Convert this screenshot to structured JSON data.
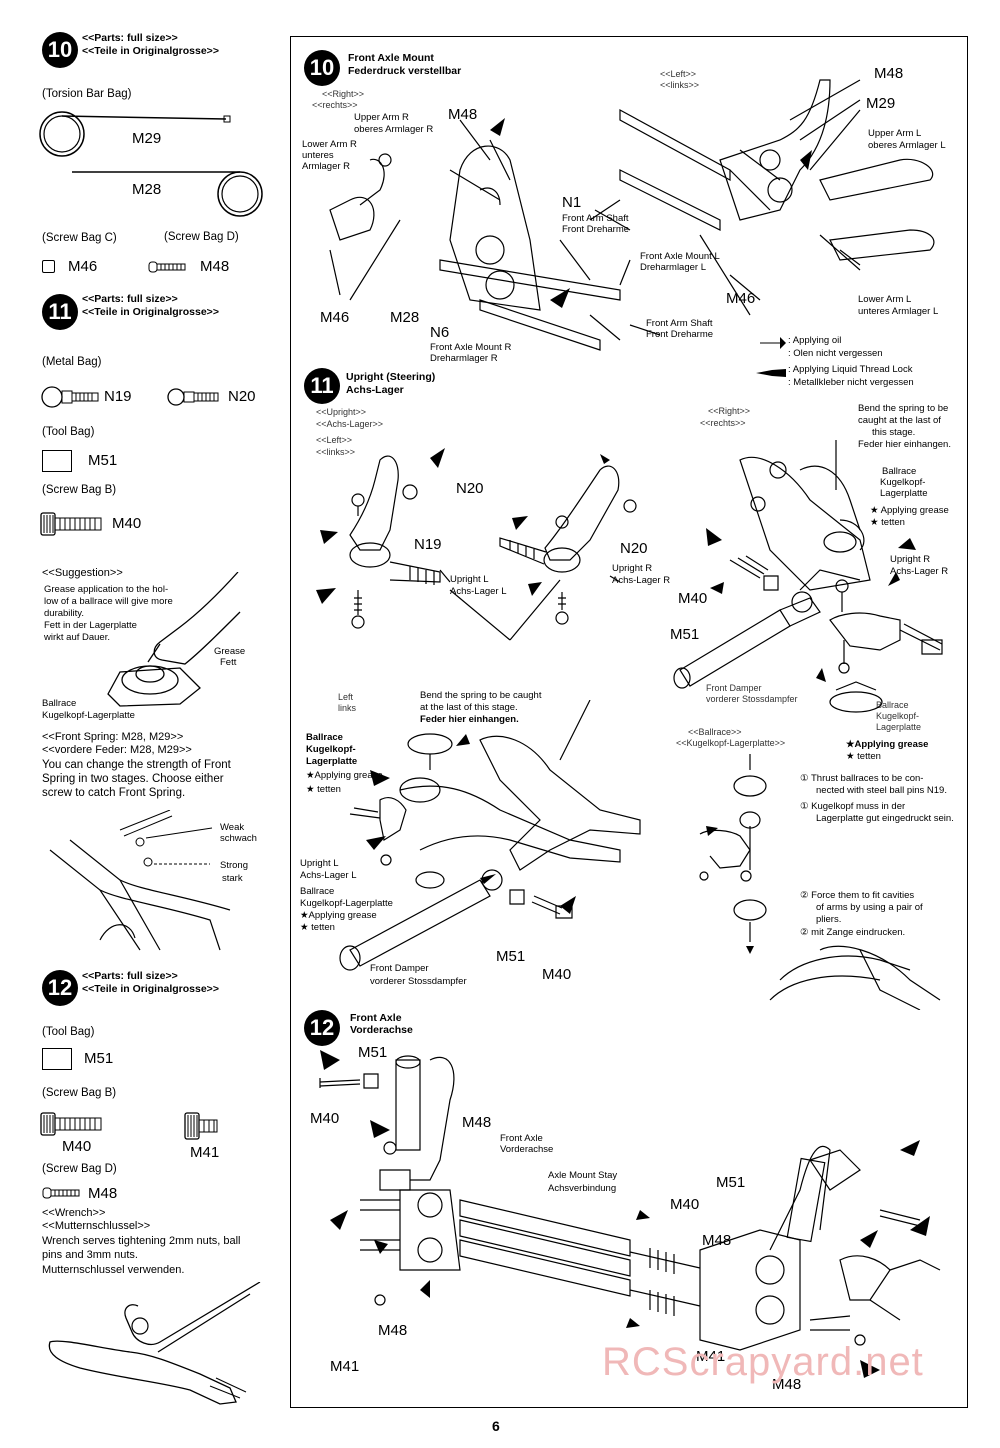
{
  "left": {
    "s10": {
      "num": "10",
      "parts1": "<<Parts: full size>>",
      "parts2": "<<Teile in Originalgrosse>>"
    },
    "torsion_bag": "(Torsion Bar Bag)",
    "m29": "M29",
    "m28": "M28",
    "screw_bag_c": "(Screw Bag C)",
    "screw_bag_d": "(Screw Bag D)",
    "m46": "M46",
    "m48": "M48",
    "s11": {
      "num": "11",
      "parts1": "<<Parts: full size>>",
      "parts2": "<<Teile in Originalgrosse>>"
    },
    "metal_bag": "(Metal Bag)",
    "n19": "N19",
    "n20": "N20",
    "tool_bag": "(Tool Bag)",
    "m51": "M51",
    "screw_bag_b": "(Screw Bag B)",
    "m40": "M40",
    "suggestion_title": "<<Suggestion>>",
    "suggestion_l1": "Grease application to the hol-",
    "suggestion_l2": "low of a ballrace will give more",
    "suggestion_l3": "durability.",
    "suggestion_l4": "Fett in der Lagerplatte",
    "suggestion_l5": "wirkt auf Dauer.",
    "grease": "Grease",
    "fett": "Fett",
    "ballrace": "Ballrace",
    "kugelkopf": "Kugelkopf-Lagerplatte",
    "front_spring1": "<<Front Spring: M28, M29>>",
    "front_spring2": "<<vordere Feder: M28, M29>>",
    "spring_l1": "You can change the strength of Front",
    "spring_l2": "Spring in two stages. Choose either",
    "spring_l3": "screw to catch Front Spring.",
    "weak": "Weak",
    "schwach": "schwach",
    "strong": "Strong",
    "stark": "stark",
    "s12": {
      "num": "12",
      "parts1": "<<Parts: full size>>",
      "parts2": "<<Teile in Originalgrosse>>"
    },
    "tool_bag2": "(Tool Bag)",
    "m51b": "M51",
    "screw_bag_b2": "(Screw Bag B)",
    "m40b": "M40",
    "m41": "M41",
    "screw_bag_d2": "(Screw Bag D)",
    "m48b": "M48",
    "wrench1": "<<Wrench>>",
    "wrench2": "<<Mutternschlussel>>",
    "wrench_l1": "Wrench serves tightening 2mm nuts, ball",
    "wrench_l2": "pins and 3mm nuts.",
    "wrench_l3": "Mutternschlussel verwenden."
  },
  "step10": {
    "num": "10",
    "title1": "Front Axle Mount",
    "title2": "Federdruck verstellbar",
    "right1": "<<Right>>",
    "right2": "<<rechts>>",
    "left1": "<<Left>>",
    "left2": "<<links>>",
    "upper_arm_r1": "Upper Arm R",
    "upper_arm_r2": "oberes Armlager R",
    "lower_arm_r1": "Lower Arm R",
    "lower_arm_r2": "unteres",
    "lower_arm_r3": "Armlager R",
    "m48a": "M48",
    "m48b": "M48",
    "m29": "M29",
    "n1": "N1",
    "front_arm_shaft1": "Front Arm Shaft",
    "front_dreharme1": "Front Dreharme",
    "front_axle_mount_l1": "Front Axle Mount L",
    "front_axle_mount_l2": "Dreharmlager L",
    "upper_arm_l1": "Upper Arm L",
    "upper_arm_l2": "oberes Armlager L",
    "lower_arm_l1": "Lower Arm L",
    "lower_arm_l2": "unteres Armlager L",
    "m46a": "M46",
    "m46b": "M46",
    "m28": "M28",
    "n6": "N6",
    "front_axle_mount_r1": "Front Axle Mount R",
    "front_axle_mount_r2": "Dreharmlager R",
    "front_arm_shaft2": "Front Arm Shaft",
    "front_dreharme2": "Front Dreharme",
    "oil1": ": Applying oil",
    "oil2": ": Olen nicht vergessen",
    "lock1": ": Applying Liquid Thread Lock",
    "lock2": ": Metallkleber nicht vergessen"
  },
  "step11": {
    "num": "11",
    "title1": "Upright (Steering)",
    "title2": "Achs-Lager",
    "upright1": "<<Upright>>",
    "upright2": "<<Achs-Lager>>",
    "left1": "<<Left>>",
    "left2": "<<links>>",
    "n20a": "N20",
    "n19": "N19",
    "upright_l1": "Upright L",
    "upright_l2": "Achs-Lager L",
    "n20b": "N20",
    "upright_r1": "Upright R",
    "upright_r2": "Achs-Lager R",
    "right1": "<<Right>>",
    "right2": "<<rechts>>",
    "bend1": "Bend the spring to be",
    "bend2": "caught at the last of",
    "bend3": "this stage.",
    "bend4": "Feder hier einhangen.",
    "ballrace1": "Ballrace",
    "ballrace2": "Kugelkopf-",
    "ballrace3": "Lagerplatte",
    "grease1": "Applying grease",
    "grease2": "tetten",
    "upright_r3": "Upright R",
    "upright_r4": "Achs-Lager R",
    "m40": "M40",
    "m51": "M51",
    "front_damper1": "Front Damper",
    "front_damper2": "vorderer Stossdampfer",
    "ballrace4": "Ballrace",
    "ballrace5": "Kugelkopf-",
    "ballrace6": "Lagerplatte",
    "ballrace7": "<<Ballrace>>",
    "ballrace8": "<<Kugelkopf-Lagerplatte>>",
    "grease3": "Applying grease",
    "grease4": "tetten",
    "left3": "Left",
    "left4": "links",
    "bend5": "Bend the spring to be caught",
    "bend6": "at the last of this stage.",
    "bend7": "Feder hier einhangen.",
    "ballrace9": "Ballrace",
    "ballrace10": "Kugelkopf-",
    "ballrace11": "Lagerplatte",
    "grease5": "Applying grease",
    "grease6": "tetten",
    "upright_l3": "Upright L",
    "upright_l4": "Achs-Lager L",
    "ballrace12": "Ballrace",
    "ballrace13": "Kugelkopf-Lagerplatte",
    "grease7": "Applying grease",
    "grease8": "tetten",
    "front_damper3": "Front Damper",
    "front_damper4": "vorderer Stossdampfer",
    "m51b": "M51",
    "m40b": "M40",
    "thrust1": "Thrust ballraces to be con-",
    "thrust2": "nected with steel ball pins N19.",
    "thrust3": "Kugelkopf muss in der",
    "thrust4": "Lagerplatte gut eingedruckt sein.",
    "force1": "Force them to fit cavities",
    "force2": "of arms by using a pair of",
    "force3": "pliers.",
    "force4": "mit Zange eindrucken.",
    "c1": "1",
    "c2": "2"
  },
  "step12": {
    "num": "12",
    "title1": "Front Axle",
    "title2": "Vorderachse",
    "m51a": "M51",
    "m40a": "M40",
    "m48a": "M48",
    "front_axle1": "Front Axle",
    "front_axle2": "Vorderachse",
    "axle_stay1": "Axle Mount Stay",
    "axle_stay2": "Achsverbindung",
    "m51b": "M51",
    "m40b": "M40",
    "m48b": "M48",
    "m48c": "M48",
    "m41a": "M41",
    "m41b": "M41",
    "m48d": "M48"
  },
  "footer": {
    "page": "6",
    "watermark": "RCScrapyard.net"
  }
}
